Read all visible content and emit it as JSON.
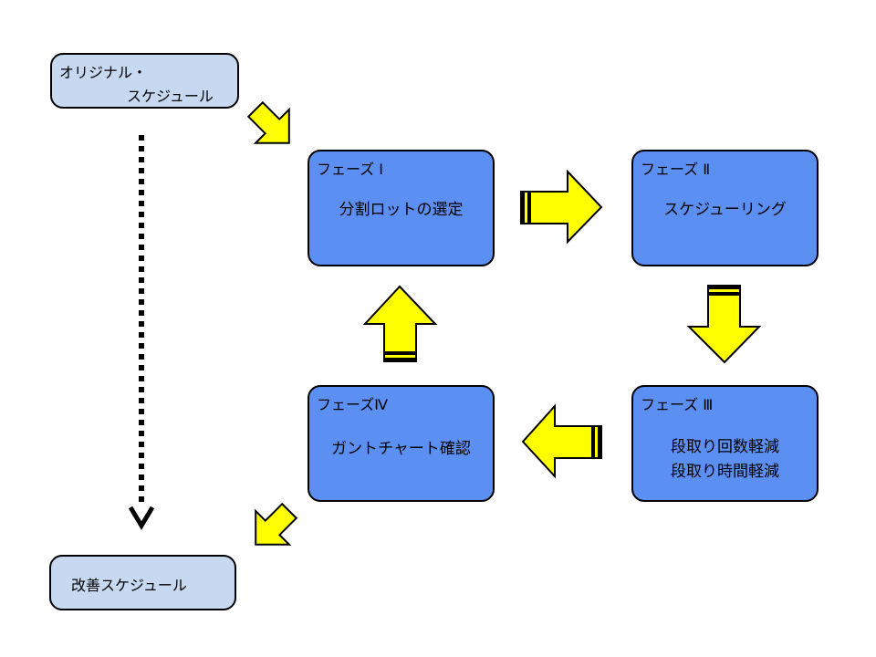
{
  "original": {
    "line1": "オリジナル・",
    "line2": "スケジュール"
  },
  "improved": {
    "label": "改善スケジュール"
  },
  "phase1": {
    "title": "フェーズ Ⅰ",
    "text": "分割ロットの選定"
  },
  "phase2": {
    "title": "フェーズ Ⅱ",
    "text": "スケジューリング"
  },
  "phase3": {
    "title": "フェーズ Ⅲ",
    "line1": "段取り回数軽減",
    "line2": "段取り時間軽減"
  },
  "phase4": {
    "title": "フェーズⅣ",
    "text": "ガントチャート確認"
  },
  "colors": {
    "phase_fill": "#5b8ff2",
    "schedule_fill": "#c6d9f1",
    "arrow_fill": "#ffff00",
    "outline": "#000000"
  }
}
